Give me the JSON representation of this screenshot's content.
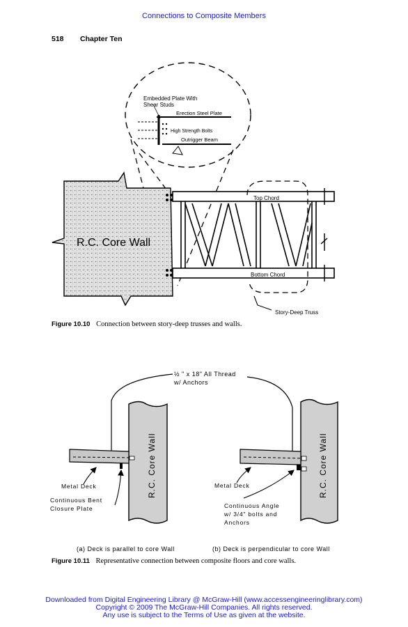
{
  "header": {
    "title": "Connections to Composite Members"
  },
  "page": {
    "number": "518",
    "chapter": "Chapter Ten"
  },
  "figure_1010": {
    "callout_labels": {
      "embedded_plate_line1": "Embedded Plate With",
      "embedded_plate_line2": "Shear Studs",
      "erection_plate": "Erection Steel Plate",
      "bolts": "High Strength Bolts",
      "outrigger": "Outrigger Beam"
    },
    "wall_label": "R.C. Core Wall",
    "top_chord": "Top Chord",
    "bottom_chord": "Bottom Chord",
    "truss_label": "Story-Deep Truss",
    "caption_label": "Figure 10.10",
    "caption_text": "Connection between story-deep trusses and walls."
  },
  "figure_1011": {
    "thread_line1": "½ \" x 18\" All Thread",
    "thread_line2": "w/ Anchors",
    "left": {
      "wall_label": "R.C. Core Wall",
      "metal_deck": "Metal Deck",
      "closure_line1": "Continuous Bent",
      "closure_line2": "Closure Plate",
      "subcaption": "(a) Deck is parallel to core Wall"
    },
    "right": {
      "wall_label": "R.C. Core Wall",
      "metal_deck": "Metal Deck",
      "angle_line1": "Continuous Angle",
      "angle_line2": "w/ 3/4\" bolts and",
      "angle_line3": "Anchors",
      "subcaption": "(b) Deck is perpendicular  to core Wall"
    },
    "caption_label": "Figure 10.11",
    "caption_text": "Representative connection between composite floors and core walls."
  },
  "footer": {
    "line1": "Downloaded from Digital Engineering Library @ McGraw-Hill (www.accessengineeringlibrary.com)",
    "line2": "Copyright © 2009 The McGraw-Hill Companies. All rights reserved.",
    "line3": "Any use is subject to the Terms of Use as given at the website."
  },
  "colors": {
    "link_blue": "#1a1ad6",
    "deck_fill": "#c8c8c8",
    "wall_fill": "#d0d0d0"
  }
}
